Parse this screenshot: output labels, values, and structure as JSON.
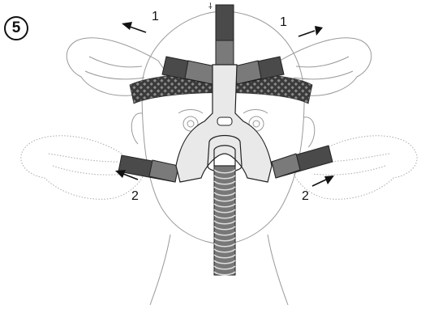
{
  "step": {
    "number": "5"
  },
  "labels": {
    "top_left": "1",
    "top_right": "1",
    "bottom_left": "2",
    "bottom_right": "2",
    "clip_marks": "⸸"
  },
  "colors": {
    "strap_dark": "#4a4a4a",
    "strap_light": "#7a7a7a",
    "frame_fill": "#e9e9e9",
    "line": "#9a9a9a"
  }
}
